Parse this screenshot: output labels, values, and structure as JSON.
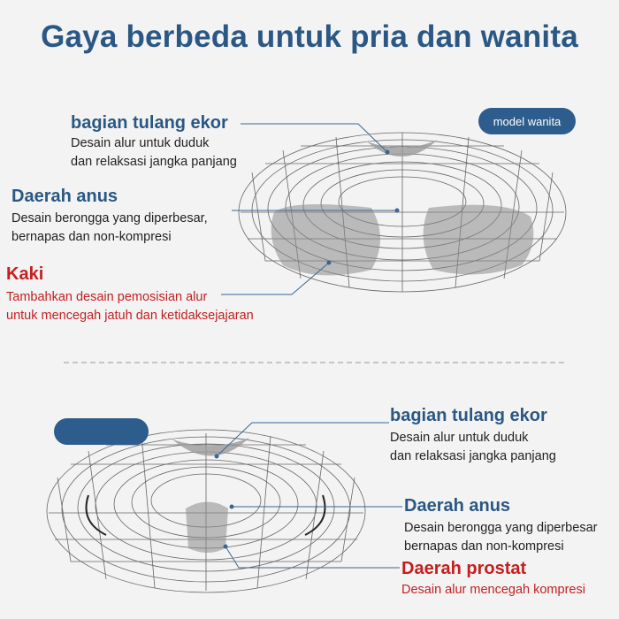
{
  "title": "Gaya berbeda untuk pria dan wanita",
  "female": {
    "badge": "model wanita",
    "coccyx": {
      "heading": "bagian tulang ekor",
      "desc_line1": "Desain alur untuk duduk",
      "desc_line2": "dan relaksasi jangka panjang"
    },
    "anus": {
      "heading": "Daerah anus",
      "desc_line1": "Desain berongga yang diperbesar,",
      "desc_line2": "bernapas dan non-kompresi"
    },
    "legs": {
      "heading": "Kaki",
      "desc_line1": "Tambahkan desain pemosisian alur",
      "desc_line2": "untuk mencegah jatuh dan ketidaksejajaran"
    }
  },
  "male": {
    "badge": "",
    "coccyx": {
      "heading": "bagian tulang ekor",
      "desc_line1": "Desain alur untuk duduk",
      "desc_line2": "dan relaksasi jangka panjang"
    },
    "anus": {
      "heading": "Daerah anus",
      "desc_line1": "Desain berongga yang diperbesar",
      "desc_line2": "bernapas dan non-kompresi"
    },
    "prostate": {
      "heading": "Daerah prostat",
      "desc_line1": "Desain alur mencegah kompresi"
    }
  },
  "colors": {
    "title": "#2a5784",
    "accent_red": "#c32020",
    "badge": "#2d5d8c",
    "mesh": "#555555"
  }
}
